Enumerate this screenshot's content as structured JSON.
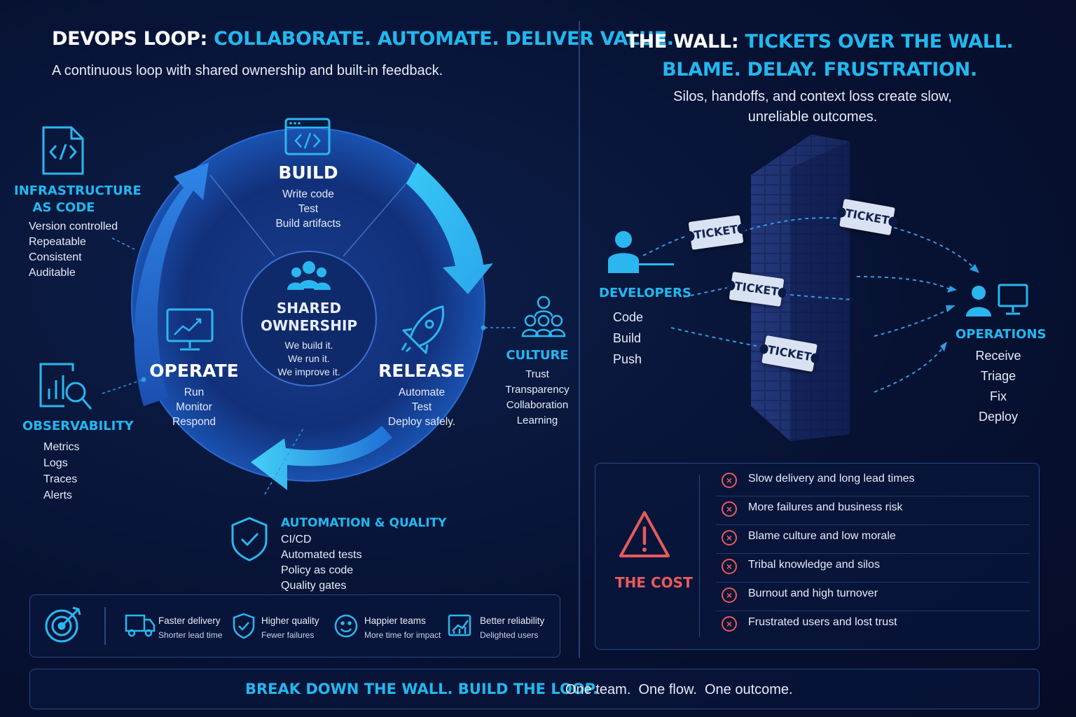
{
  "left": {
    "title_a": "DEVOPS LOOP:",
    "title_b": "COLLABORATE. AUTOMATE. DELIVER VALUE.",
    "subtitle": "A continuous loop with shared ownership and built-in feedback.",
    "center": {
      "title_1": "SHARED",
      "title_2": "OWNERSHIP",
      "lines": [
        "We build it.",
        "We run it.",
        "We improve it."
      ]
    },
    "build": {
      "title": "BUILD",
      "items": [
        "Write code",
        "Test",
        "Build artifacts"
      ]
    },
    "operate": {
      "title": "OPERATE",
      "items": [
        "Run",
        "Monitor",
        "Respond"
      ]
    },
    "release": {
      "title": "RELEASE",
      "items": [
        "Automate",
        "Test",
        "Deploy safely."
      ]
    },
    "iac": {
      "title_1": "INFRASTRUCTURE",
      "title_2": "AS CODE",
      "items": [
        "Version controlled",
        "Repeatable",
        "Consistent",
        "Auditable"
      ]
    },
    "observability": {
      "title": "OBSERVABILITY",
      "items": [
        "Metrics",
        "Logs",
        "Traces",
        "Alerts"
      ]
    },
    "culture": {
      "title": "CULTURE",
      "items": [
        "Trust",
        "Transparency",
        "Collaboration",
        "Learning"
      ]
    },
    "automation": {
      "title": "AUTOMATION & QUALITY",
      "items": [
        "CI/CD",
        "Automated tests",
        "Policy as code",
        "Quality gates"
      ]
    },
    "benefits": [
      {
        "title": "Faster delivery",
        "sub": "Shorter lead time",
        "icon": "truck-icon"
      },
      {
        "title": "Higher quality",
        "sub": "Fewer failures",
        "icon": "shield-check-icon"
      },
      {
        "title": "Happier teams",
        "sub": "More time for impact",
        "icon": "smiley-icon"
      },
      {
        "title": "Better reliability",
        "sub": "Delighted users",
        "icon": "chart-up-icon"
      }
    ]
  },
  "right": {
    "title_a": "THE WALL:",
    "title_b": "TICKETS OVER THE WALL.",
    "title_c": "BLAME. DELAY. FRUSTRATION.",
    "subtitle_1": "Silos, handoffs, and context loss create slow,",
    "subtitle_2": "unreliable outcomes.",
    "ticket_label": "TICKET",
    "developers": {
      "title": "DEVELOPERS",
      "items": [
        "Code",
        "Build",
        "Push"
      ]
    },
    "operations": {
      "title": "OPERATIONS",
      "items": [
        "Receive",
        "Triage",
        "Fix",
        "Deploy"
      ]
    },
    "cost": {
      "title": "THE COST",
      "items": [
        "Slow delivery and long lead times",
        "More failures and business risk",
        "Blame culture and low morale",
        "Tribal knowledge and silos",
        "Burnout and high turnover",
        "Frustrated users and lost trust"
      ]
    }
  },
  "footer": {
    "cta": "BREAK DOWN THE WALL. BUILD THE LOOP.",
    "tagline": "One team.  One flow.  One outcome."
  },
  "colors": {
    "accent": "#22b8ef",
    "alert": "#e85a5a",
    "background": "#071233"
  }
}
